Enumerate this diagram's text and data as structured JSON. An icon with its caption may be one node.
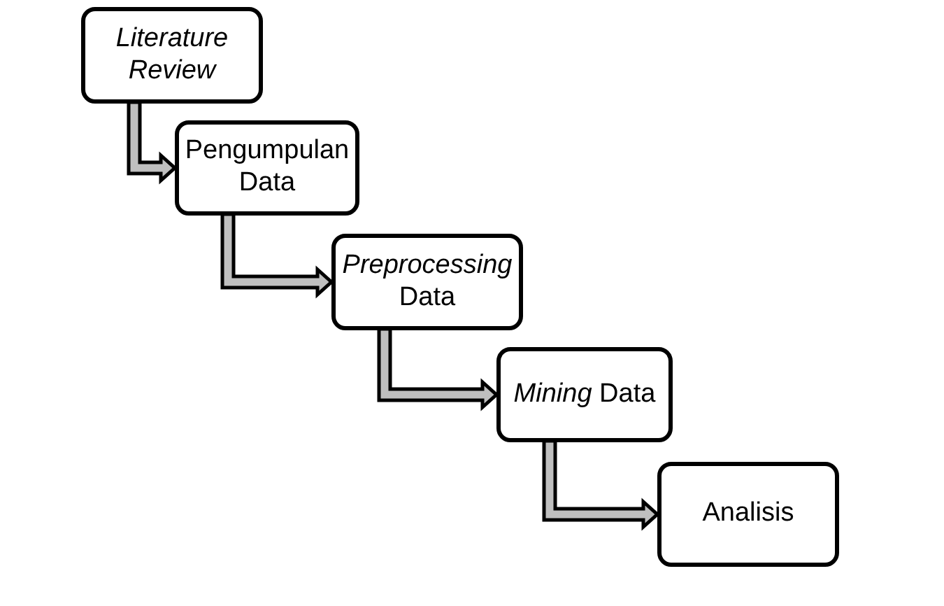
{
  "diagram": {
    "nodes": [
      {
        "text": [
          "Literature Review"
        ]
      },
      {
        "text": [
          "Pengumpulan Data"
        ]
      },
      {
        "text": [
          "*Preprocessing* Data"
        ]
      },
      {
        "text": [
          "*Mining* Data"
        ]
      },
      {
        "text": [
          "Analisis"
        ]
      }
    ],
    "edges": [
      {
        "from": 0,
        "to": 1,
        "arrow": "to"
      },
      {
        "from": 1,
        "to": 2,
        "arrow": "to"
      },
      {
        "from": 2,
        "to": 3,
        "arrow": "to"
      },
      {
        "from": 3,
        "to": 4,
        "arrow": "to"
      }
    ]
  }
}
